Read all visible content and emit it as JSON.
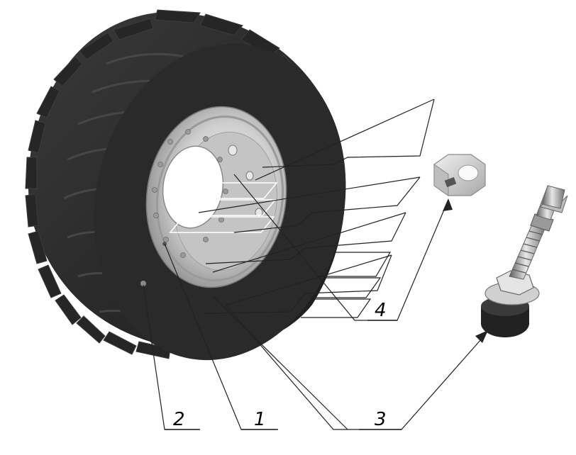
{
  "diagram": {
    "colors": {
      "tire": "#2e2e2e",
      "tire_dark": "#1e1e1e",
      "tire_tread_highlight": "#4a4a4a",
      "rim_light": "#e2e2e2",
      "rim_mid": "#b8b8b8",
      "rim_dark": "#8e8e8e",
      "metal_light": "#cfcfcf",
      "metal_dark": "#6a6a6a",
      "leader": "#222222"
    },
    "callouts": [
      {
        "id": "1",
        "label": "1",
        "part": "wheel-disc"
      },
      {
        "id": "2",
        "label": "2",
        "part": "tire"
      },
      {
        "id": "3",
        "label": "3",
        "part": "valve"
      },
      {
        "id": "4",
        "label": "4",
        "part": "nut"
      }
    ]
  }
}
